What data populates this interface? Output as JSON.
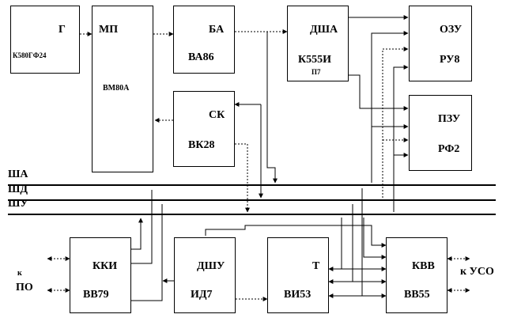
{
  "blocks": {
    "g": {
      "name": "Г",
      "part": "К580ГФ24"
    },
    "mp": {
      "name": "МП",
      "part": "ВМ80А"
    },
    "ba": {
      "name": "БА",
      "part": "ВА86"
    },
    "dsha": {
      "name": "ДША",
      "part": "К555И",
      "part2": "П7"
    },
    "ozu": {
      "name": "ОЗУ",
      "part": "РУ8"
    },
    "pzu": {
      "name": "ПЗУ",
      "part": "РФ2"
    },
    "sk": {
      "name": "СК",
      "part": "ВК28"
    },
    "kki": {
      "name": "ККИ",
      "part": "ВВ79"
    },
    "dshu": {
      "name": "ДШУ",
      "part": "ИД7"
    },
    "t": {
      "name": "Т",
      "part": "ВИ53"
    },
    "kvv": {
      "name": "КВВ",
      "part": "ВВ55"
    }
  },
  "buses": {
    "sha": "ША",
    "shd": "ШД",
    "shu": "ШУ"
  },
  "external": {
    "k_left": "к",
    "po": "ПО",
    "uso": "к УСО"
  }
}
